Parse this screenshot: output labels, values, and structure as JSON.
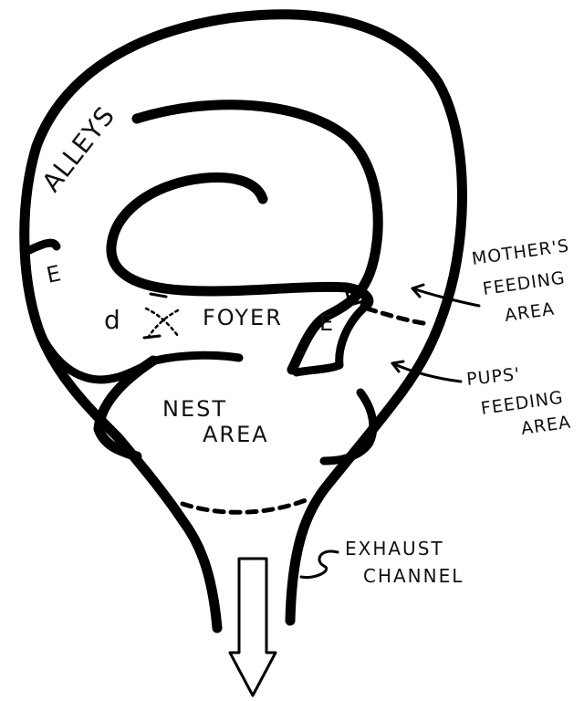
{
  "labels": {
    "alleys": "ALLEYS",
    "entrance_left": "E",
    "entrance_right": "E",
    "door": "d",
    "foyer": "FOYER",
    "nest_line1": "NEST",
    "nest_line2": "AREA",
    "mothers_line1": "MOTHER'S",
    "mothers_line2": "FEEDING",
    "mothers_line3": "AREA",
    "pups_line1": "PUPS'",
    "pups_line2": "FEEDING",
    "pups_line3": "AREA",
    "exhaust_line1": "EXHAUST",
    "exhaust_line2": "CHANNEL"
  }
}
